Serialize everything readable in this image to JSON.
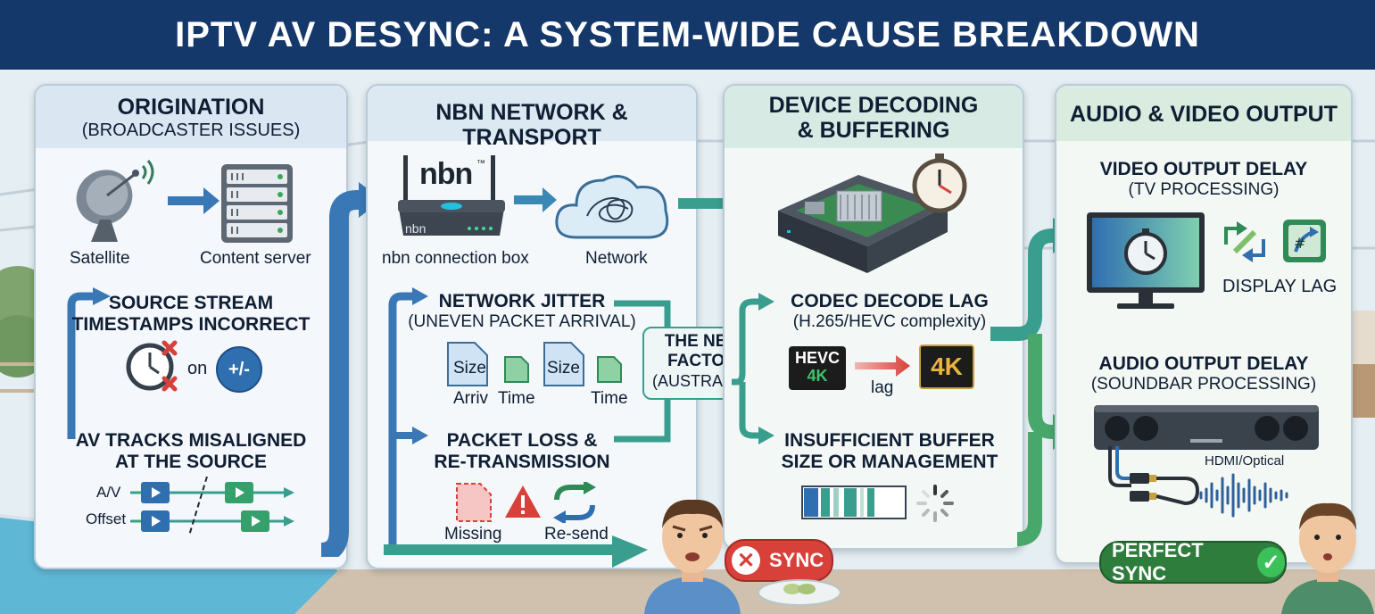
{
  "title": "IPTV AV DESYNC: A SYSTEM-WIDE CAUSE BREAKDOWN",
  "colors": {
    "title_bg": "#15386b",
    "blue_arrow": "#3a78b5",
    "teal_arrow": "#3a9e8f",
    "green_arrow": "#48a76b",
    "error_red": "#d8403a",
    "success_green": "#2e7d3c"
  },
  "origination": {
    "title": "ORIGINATION",
    "subtitle": "(BROADCASTER ISSUES)",
    "satellite_label": "Satellite",
    "server_label": "Content server",
    "issue1_title_line1": "SOURCE STREAM",
    "issue1_title_line2": "TIMESTAMPS INCORRECT",
    "on_label": "on",
    "offset_symbol": "+/-",
    "issue2_title_line1": "AV TRACKS MISALIGNED",
    "issue2_title_line2": "AT THE SOURCE",
    "av_label": "A/V",
    "offset_label": "Offset"
  },
  "network": {
    "title": "NBN NETWORK & TRANSPORT",
    "nbn_logo": "nbn",
    "nbn_tm": "™",
    "box_brand": "nbn",
    "box_label": "nbn connection box",
    "network_label": "Network",
    "jitter_title": "NETWORK JITTER",
    "jitter_subtitle": "(UNEVEN PACKET ARRIVAL)",
    "size_label": "Size",
    "arriv_label": "Arriv",
    "time_label": "Time",
    "loss_title_line1": "PACKET LOSS &",
    "loss_title_line2": "RE-TRANSMISSION",
    "missing_label": "Missing",
    "resend_label": "Re-send",
    "factor_line1": "THE NBN",
    "factor_line2": "FACTOR",
    "factor_line3": "(AUSTRALIA)"
  },
  "device": {
    "title_line1": "DEVICE DECODING",
    "title_line2": "& BUFFERING",
    "codec_title": "CODEC DECODE LAG",
    "codec_subtitle": "(H.265/HEVC complexity)",
    "hevc_line1": "HEVC",
    "hevc_line2": "4K",
    "k4_label": "4K",
    "lag_label": "lag",
    "buffer_title_line1": "INSUFFICIENT BUFFER",
    "buffer_title_line2": "SIZE OR MANAGEMENT"
  },
  "output": {
    "title": "AUDIO & VIDEO OUTPUT",
    "video_title": "VIDEO OUTPUT DELAY",
    "video_subtitle": "(TV PROCESSING)",
    "display_lag": "DISPLAY LAG",
    "audio_title": "AUDIO OUTPUT DELAY",
    "audio_subtitle": "(SOUNDBAR PROCESSING)",
    "hdmi_label": "HDMI/Optical"
  },
  "sync_bad": "SYNC",
  "sync_good": "PERFECT SYNC"
}
